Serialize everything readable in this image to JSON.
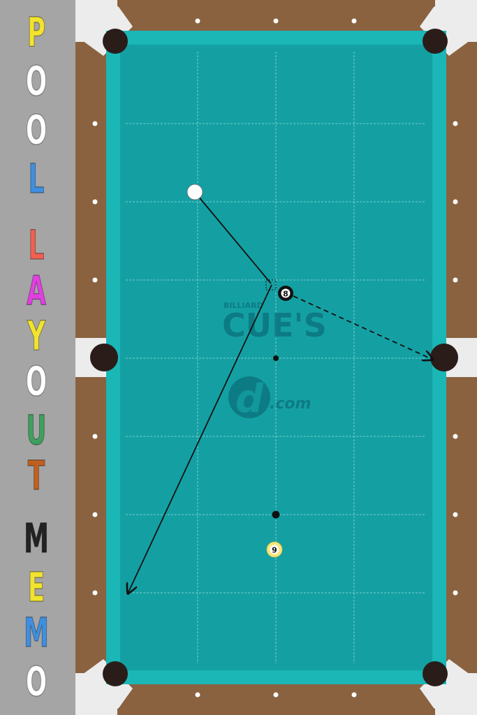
{
  "app": {
    "title": "POOL LAYOUT MEMO"
  },
  "sidebar": {
    "letters": [
      {
        "char": "P",
        "color": "#f2e32f"
      },
      {
        "char": "O",
        "color": "#ffffff"
      },
      {
        "char": "O",
        "color": "#ffffff"
      },
      {
        "char": "L",
        "color": "#3f8fe0"
      },
      {
        "char": "L",
        "color": "#f06050"
      },
      {
        "char": "A",
        "color": "#e040e0"
      },
      {
        "char": "Y",
        "color": "#f2e32f"
      },
      {
        "char": "O",
        "color": "#ffffff"
      },
      {
        "char": "U",
        "color": "#3f9f5f"
      },
      {
        "char": "T",
        "color": "#c06020"
      },
      {
        "char": "M",
        "color": "#222222"
      },
      {
        "char": "E",
        "color": "#f2e32f"
      },
      {
        "char": "M",
        "color": "#3f8fe0"
      },
      {
        "char": "O",
        "color": "#ffffff"
      }
    ]
  },
  "watermark": {
    "small": "BILLIARD",
    "big": "CUE'S",
    "logo": "d",
    "suffix": ".com"
  },
  "balls": [
    {
      "name": "cue",
      "label": ""
    },
    {
      "name": "eight",
      "label": "8"
    },
    {
      "name": "nine",
      "label": "9"
    }
  ],
  "colors": {
    "felt": "#14a0a3",
    "cushion": "#1bb6b6",
    "rail": "#8a6240",
    "corner": "#ececec",
    "pocket": "#2a1d19"
  }
}
